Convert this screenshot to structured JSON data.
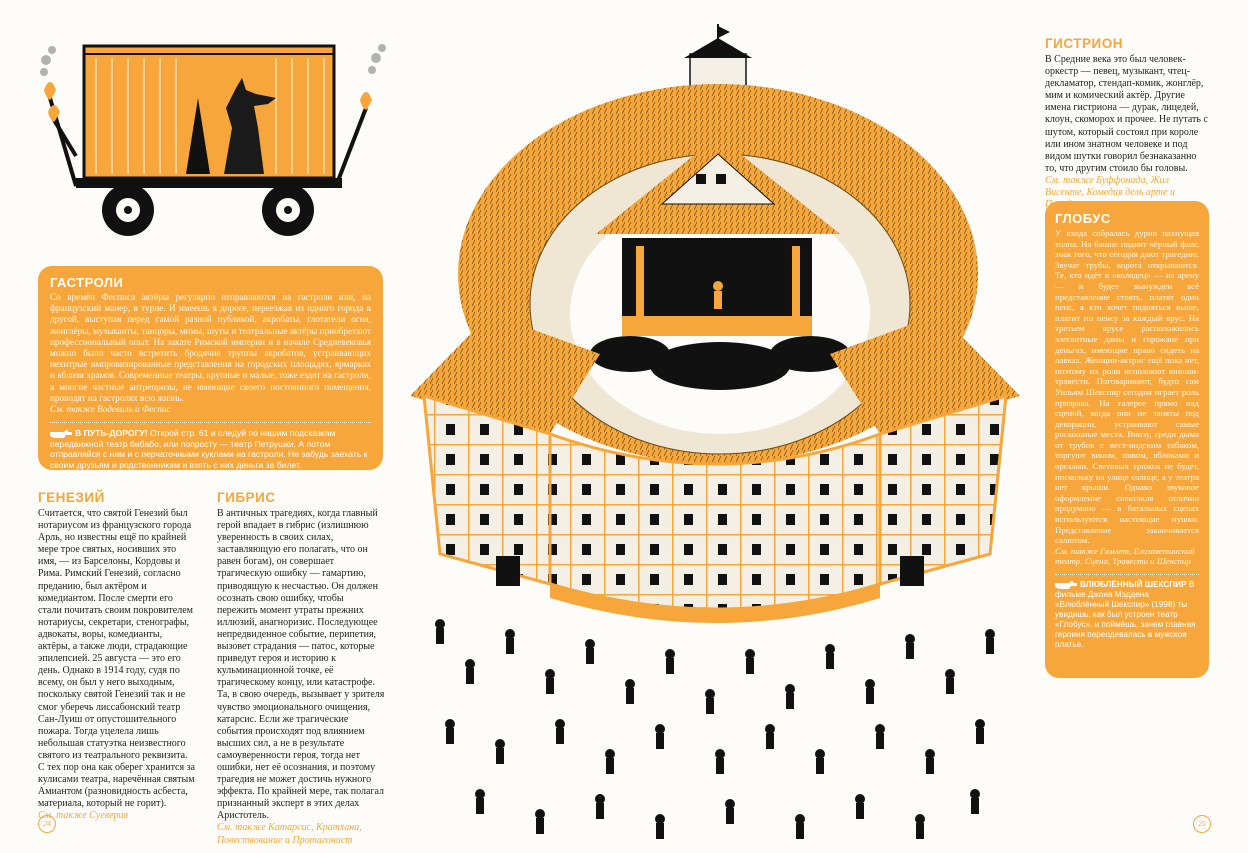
{
  "page_numbers": {
    "left": "24",
    "right": "25"
  },
  "colors": {
    "accent": "#f6a63a",
    "ink": "#222222",
    "paper": "#fdfcf8"
  },
  "gastroli": {
    "title": "ГАСТРОЛИ",
    "body": "Со времён Фесписа актёры регулярно отправляются на гастроли или, на французский манер, в турне. И имеешь в дороге, переезжая из одного города в другой, выступая перед самой разной публикой, акробаты, глотатели огня, жонглёры, музыканты, танцоры, мимы, шуты и театральные актёры приобретают профессиональный опыт. На закате Римской империи и в начале Средневековья можно было часто встретить бродячие труппы акробатов, устраивающих нехитрые импровизированные представления на городских площадях, ярмарках и вблизи храмов. Современные театры, крупные и малые, тоже ездят на гастроли, а многие частные антрепризы, не имеющие своего постоянного помещения, проводят на гастролях всю жизнь.",
    "see_also": "См. также Водевиль и Феспис",
    "note_head": "В ПУТЬ-ДОРОГУ!",
    "note_text": "Открой стр. 61 и следуй по нашим подсказкам передвижной театр бибабо, или попросту — театр Петрушки. А потом отправляйся с ним и с перчаточными куклами на гастроли. Не забудь заехать к своим друзьям и родственникам и взять с них деньги за билет."
  },
  "genezii": {
    "title": "ГЕНЕЗИЙ",
    "body": "Считается, что святой Генезий был нотариусом из французского города Арль, но известны ещё по крайней мере трое святых, носивших это имя, — из Барселоны, Кордовы и Рима. Римский Генезий, согласно преданию, был актёром и комедиантом. После смерти его стали почитать своим покровителем нотариусы, секретари, стенографы, адвокаты, воры, комедианты, актёры, а также люди, страдающие эпилепсией. 25 августа — это его день. Однако в 1914 году, судя по всему, он был у него выходным, поскольку святой Генезий так и не смог уберечь лиссабонский театр Сан-Луиш от опустошительного пожара. Тогда уцелела лишь небольшая статуэтка неизвестного святого из театрального реквизита. С тех пор она как оберег хранится за кулисами театра, наречённая святым Амиантом (разновидность асбеста, материала, который не горит).",
    "see_also": "См. также Суеверия"
  },
  "gibris": {
    "title": "ГИБРИС",
    "body": "В античных трагедиях, когда главный герой впадает в гибрис (излишнюю уверенность в своих силах, заставляющую его полагать, что он равен богам), он совершает трагическую ошибку — гамартию, приводящую к несчастью. Он должен осознать свою ошибку, чтобы пережить момент утраты прежних иллюзий, анагноризис. Последующее непредвиденное событие, перипетия, вызовет страдания — патос, которые приведут героя и историю к кульминационной точке, её трагическому концу, или катастрофе. Та, в свою очередь, вызывает у зрителя чувство эмоционального очищения, катарсис. Если же трагические события происходят под влиянием высших сил, а не в результате самоуверенности героя, тогда нет ошибки, нет её осознания, и поэтому трагедия не может достичь нужного эффекта. По крайней мере, так полагал признанный эксперт в этих делах Аристотель.",
    "see_also": "См. также Катарсис, Кратхана, Повествование и Протагонист"
  },
  "gistrion": {
    "title": "ГИСТРИОН",
    "body": "В Средние века это был человек-оркестр — певец, музыкант, чтец-декламатор, стендап-комик, жонглёр, мим и комический актёр. Другие имена гистриона — дурак, лицедей, клоун, скоморох и прочее. Не путать с шутом, который состоял при короле или ином знатном человеке и под видом шутки говорил безнаказанно то, что другим стоило бы головы.",
    "see_also": "См. также Буффонада, Жил Висенте, Комедия дель арте и Пародия"
  },
  "globus": {
    "title": "ГЛОБУС",
    "body": "У входа собралась дурно пахнущая толпа. На башне поднят чёрный флаг, знак того, что сегодня дают трагедию. Звучат трубы, ворота открываются. Те, кто идёт в «колодец» — на арену — и будет вынужден всё представление стоять, платят один пенс, а кто хочет подняться выше, платит по пенсу за каждый ярус. На третьем ярусе расположились элегантные дамы и горожане при деньгах, имеющие право сидеть на лавках. Женщин-актрис ещё пока нет, поэтому их роли исполняют юноши-травести. Поговаривают, будто сам Уильям Шекспир сегодня играет роль призрака. На галерее прямо над сценой, когда они не заняты под декорации, устраивают самые роскошные места. Внизу, среди дыма от трубок с вест-индским табаком, торгуют вином, пивом, яблоками и орехами. Световых трюков не будет, поскольку на улице солнце, а у театра нет крыши. Однако звуковое оформление спектакля отлично продумано — в батальных сценах используются настоящие пушки. Представление заканчивается салютом.",
    "see_also": "См. также Гамлет, Елизаветинский театр, Сцена, Травести и Шекспир",
    "note_head": "ВЛЮБЛЁННЫЙ ШЕКСПИР",
    "note_text": "В фильме Джона Мэддена «Влюблённый Шекспир» (1998) ты увидишь, как был устроен театр «Глобус», и поймёшь, зачем главная героиня переодевалась в мужское платье."
  }
}
